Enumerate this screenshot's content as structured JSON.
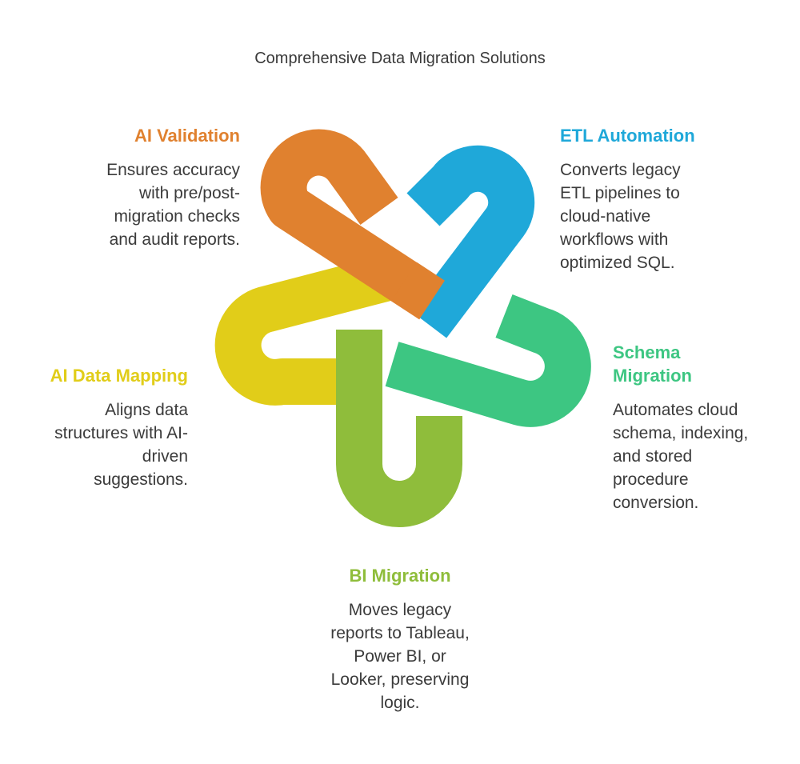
{
  "title": "Comprehensive Data Migration Solutions",
  "colors": {
    "ai_validation": "#e0812f",
    "etl_automation": "#1fa8d9",
    "schema_migration": "#3dc682",
    "bi_migration": "#8fbd3b",
    "ai_data_mapping": "#e1cd19"
  },
  "nodes": {
    "ai_validation": {
      "heading": "AI Validation",
      "lines": [
        "Ensures accuracy",
        "with pre/post-",
        "migration checks",
        "and audit reports."
      ]
    },
    "etl_automation": {
      "heading": "ETL Automation",
      "lines": [
        "Converts legacy",
        "ETL pipelines to",
        "cloud-native",
        "workflows with",
        "optimized SQL."
      ]
    },
    "schema_migration": {
      "heading_lines": [
        "Schema",
        "Migration"
      ],
      "lines": [
        "Automates cloud",
        "schema, indexing,",
        "and stored",
        "procedure",
        "conversion."
      ]
    },
    "ai_data_mapping": {
      "heading": "AI Data Mapping",
      "lines": [
        "Aligns data",
        "structures with AI-",
        "driven",
        "suggestions."
      ]
    },
    "bi_migration": {
      "heading": "BI Migration",
      "lines": [
        "Moves legacy",
        "reports to Tableau,",
        "Power BI, or",
        "Looker, preserving",
        "logic."
      ]
    }
  }
}
